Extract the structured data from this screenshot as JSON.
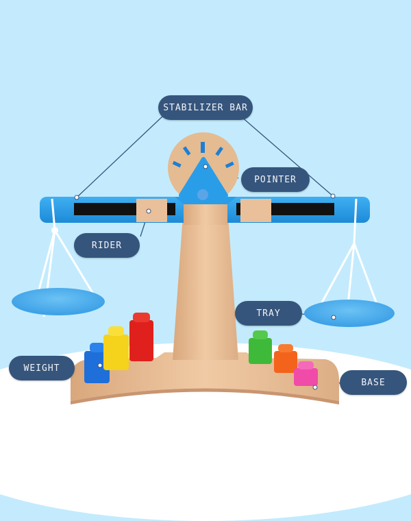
{
  "diagram": {
    "subject": "Wooden balance scale toy",
    "labels": [
      {
        "id": "stabilizer-bar",
        "text": "STABILIZER BAR"
      },
      {
        "id": "pointer",
        "text": "POINTER"
      },
      {
        "id": "rider",
        "text": "RIDER"
      },
      {
        "id": "tray",
        "text": "TRAY"
      },
      {
        "id": "weight",
        "text": "WEIGHT"
      },
      {
        "id": "base",
        "text": "BASE"
      }
    ],
    "weights": [
      {
        "color": "#1e6fd9",
        "position": "left-1"
      },
      {
        "color": "#f5d21c",
        "position": "left-2"
      },
      {
        "color": "#e0201c",
        "position": "left-3"
      },
      {
        "color": "#3fb93a",
        "position": "right-1"
      },
      {
        "color": "#f4631c",
        "position": "right-2"
      },
      {
        "color": "#f04ba8",
        "position": "right-3"
      }
    ]
  },
  "colors": {
    "background": "#c3ebfd",
    "label_bg": "#36557c",
    "label_text": "#f1f4f8",
    "beam_blue": "#2a9de8",
    "tray_blue": "#4fb1ee",
    "wood": "#e8bf98",
    "slot": "#111111"
  }
}
